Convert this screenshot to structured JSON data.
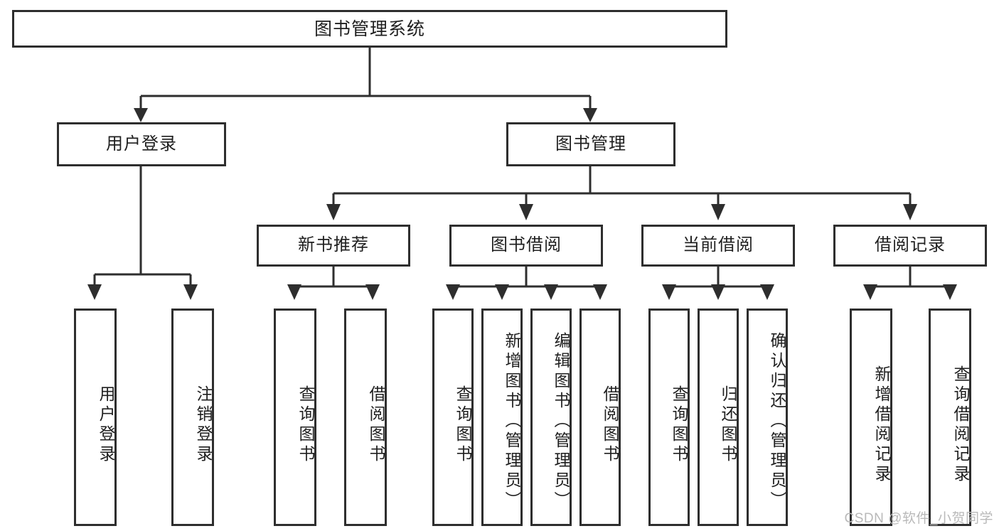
{
  "diagram": {
    "title": "图书管理系统",
    "type": "tree-hierarchy",
    "root": {
      "label": "图书管理系统"
    },
    "level2": [
      {
        "id": "user-login",
        "label": "用户登录"
      },
      {
        "id": "book-manage",
        "label": "图书管理"
      }
    ],
    "level3": [
      {
        "id": "new-book-recommend",
        "label": "新书推荐"
      },
      {
        "id": "book-borrow",
        "label": "图书借阅"
      },
      {
        "id": "current-borrow",
        "label": "当前借阅"
      },
      {
        "id": "borrow-record",
        "label": "借阅记录"
      }
    ],
    "leaves": {
      "user_login": [
        {
          "id": "leaf-user-login",
          "label": "用户登录"
        },
        {
          "id": "leaf-logout-login",
          "label": "注销登录"
        }
      ],
      "new_book_recommend": [
        {
          "id": "leaf-query-book-1",
          "label": "查询图书"
        },
        {
          "id": "leaf-borrow-book-1",
          "label": "借阅图书"
        }
      ],
      "book_borrow": [
        {
          "id": "leaf-query-book-2",
          "label": "查询图书"
        },
        {
          "id": "leaf-add-book",
          "label": "新增图书（管理员）"
        },
        {
          "id": "leaf-edit-book",
          "label": "编辑图书（管理员）"
        },
        {
          "id": "leaf-borrow-book-2",
          "label": "借阅图书"
        }
      ],
      "current_borrow": [
        {
          "id": "leaf-query-book-3",
          "label": "查询图书"
        },
        {
          "id": "leaf-return-book",
          "label": "归还图书"
        },
        {
          "id": "leaf-confirm-return",
          "label": "确认归还（管理员）"
        }
      ],
      "borrow_record": [
        {
          "id": "leaf-add-record",
          "label": "新增借阅记录"
        },
        {
          "id": "leaf-query-record",
          "label": "查询借阅记录"
        }
      ]
    }
  },
  "watermark": {
    "text": "CSDN @软件_小贺同学"
  },
  "colors": {
    "stroke": "#2e2e2e",
    "background": "#ffffff",
    "text": "#1f1f1f",
    "watermark": "#b9b9b9"
  }
}
